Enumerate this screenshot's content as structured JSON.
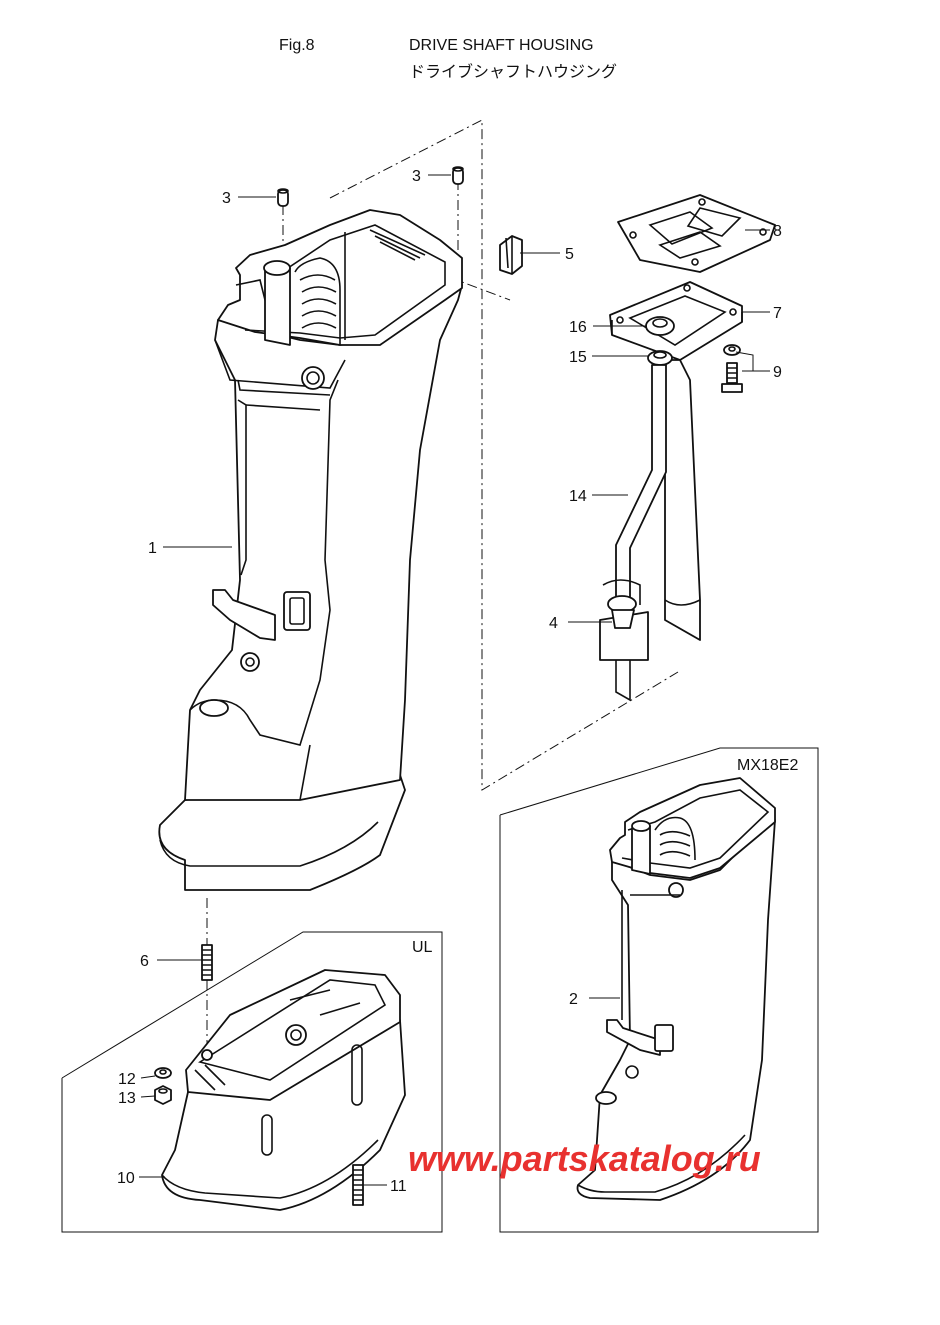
{
  "header": {
    "fig_label": "Fig.8",
    "title_en": "DRIVE SHAFT HOUSING",
    "title_jp": "ドライブシャフトハウジング"
  },
  "boxes": {
    "ul_label": "UL",
    "mx_label": "MX18E2"
  },
  "callouts": {
    "c1": "1",
    "c2": "2",
    "c3a": "3",
    "c3b": "3",
    "c4": "4",
    "c5": "5",
    "c6": "6",
    "c7": "7",
    "c8": "8",
    "c9": "9",
    "c10": "10",
    "c11": "11",
    "c12": "12",
    "c13": "13",
    "c14": "14",
    "c15": "15",
    "c16": "16"
  },
  "watermark": {
    "text": "www.partskatalog.ru",
    "color": "#e8312f"
  }
}
